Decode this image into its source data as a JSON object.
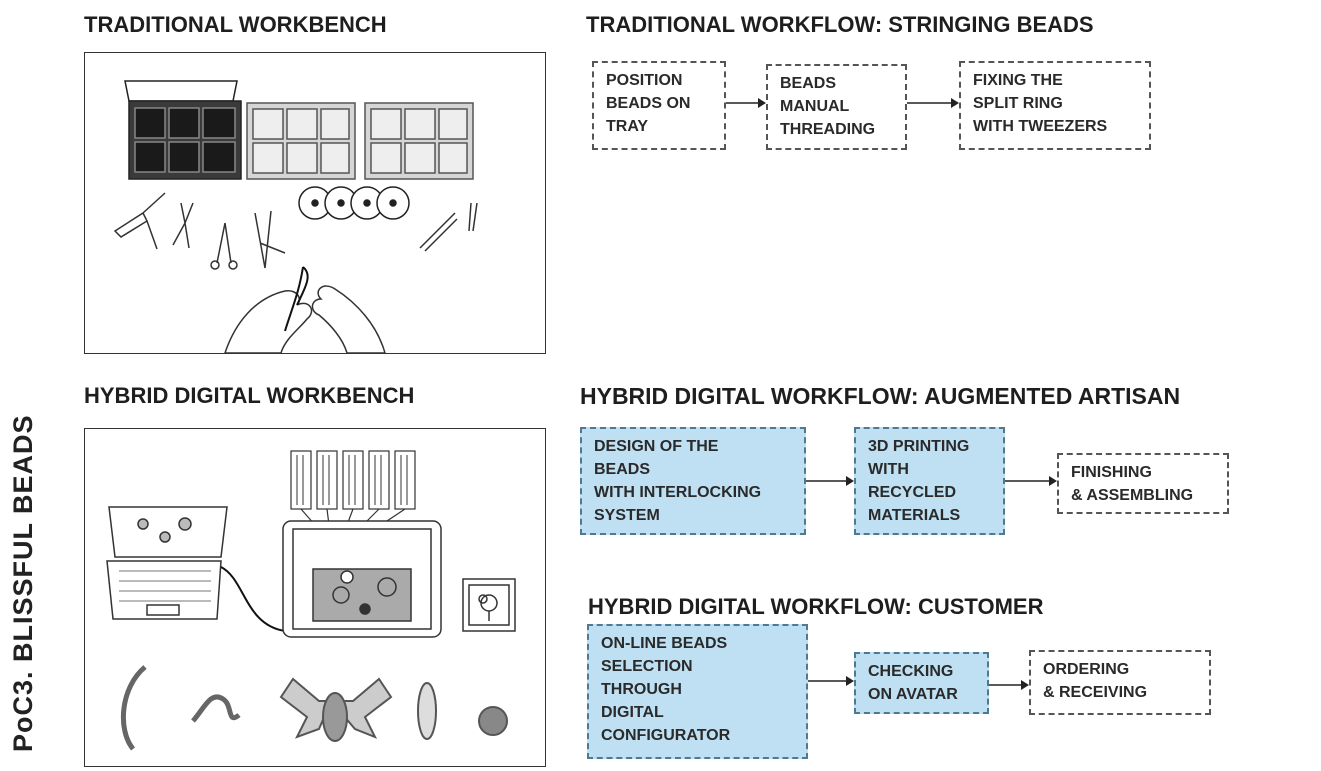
{
  "side_title": "PoC3. BLISSFUL BEADS",
  "traditional": {
    "workbench_title": "TRADITIONAL WORKBENCH",
    "workflow_title": "TRADITIONAL WORKFLOW: STRINGING BEADS",
    "steps": [
      "POSITION\nBEADS ON\nTRAY",
      "BEADS\nMANUAL\nTHREADING",
      "FIXING THE\nSPLIT RING\nWITH TWEEZERS"
    ]
  },
  "hybrid": {
    "workbench_title": "HYBRID DIGITAL WORKBENCH",
    "artisan_title": "HYBRID DIGITAL WORKFLOW: AUGMENTED ARTISAN",
    "artisan_steps": [
      "DESIGN OF THE\nBEADS\nWITH INTERLOCKING\nSYSTEM",
      "3D PRINTING\nWITH\nRECYCLED\nMATERIALS",
      "FINISHING\n& ASSEMBLING"
    ],
    "customer_title": "HYBRID DIGITAL WORKFLOW: CUSTOMER",
    "customer_steps": [
      "ON-LINE BEADS\nSELECTION\nTHROUGH\nDIGITAL\nCONFIGURATOR",
      "CHECKING\nON AVATAR",
      "ORDERING\n& RECEIVING"
    ]
  },
  "colors": {
    "highlight_fill": "#bfe0f3",
    "highlight_border": "#4f7891",
    "ink": "#222222"
  }
}
